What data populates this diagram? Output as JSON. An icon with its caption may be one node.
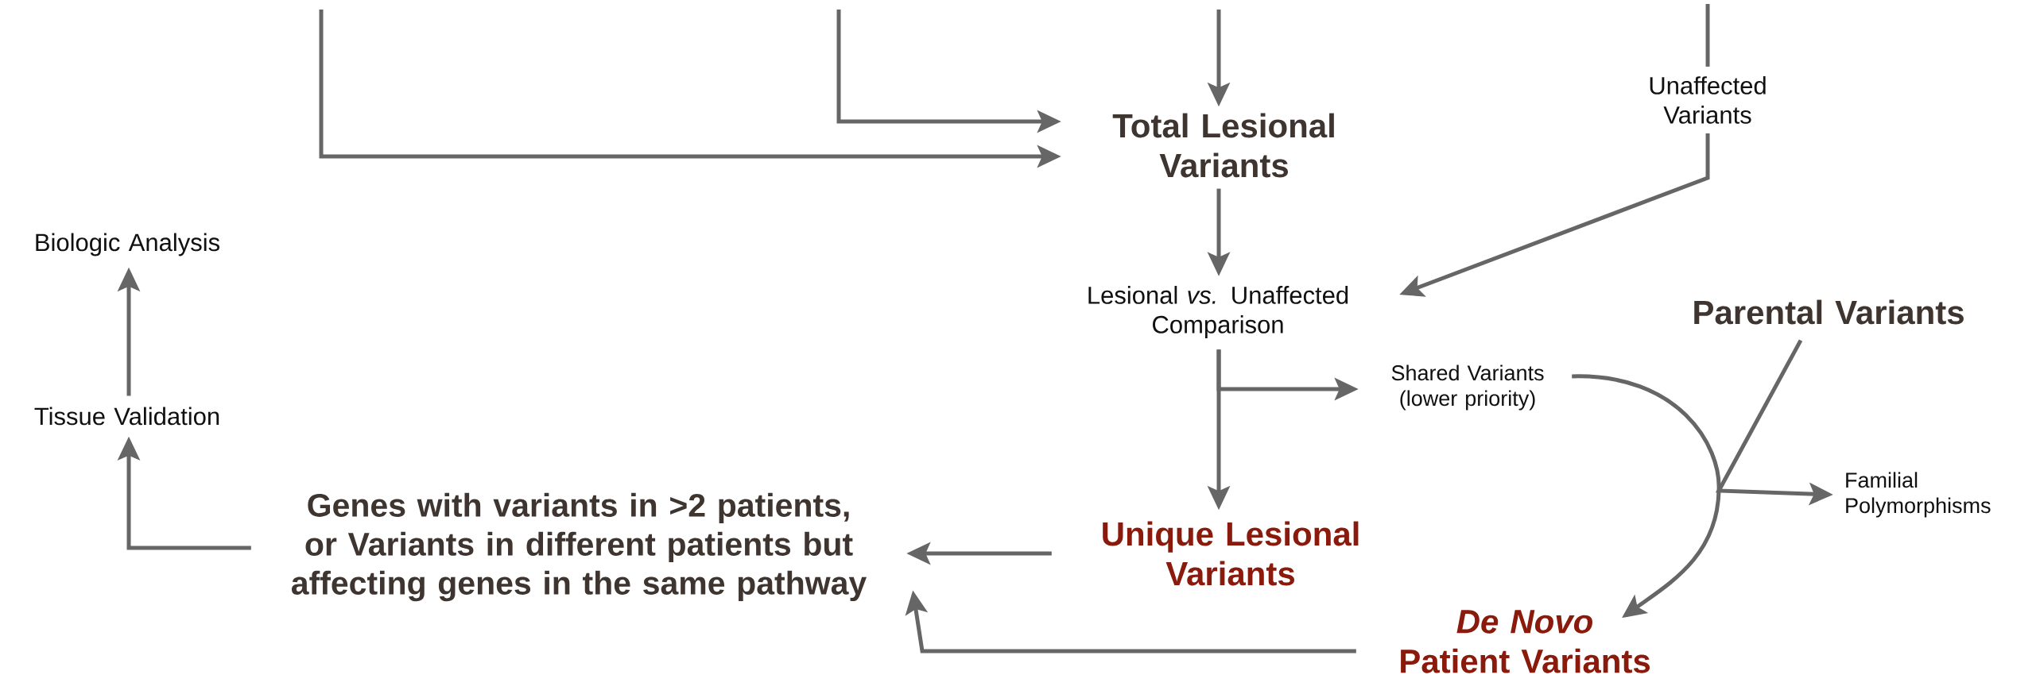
{
  "diagram": {
    "nodes": [
      {
        "text": [
          "Total Lesional Variants"
        ]
      },
      {
        "text": [
          "Unaffected Variants"
        ]
      },
      {
        "text": [
          "Biologic Analysis"
        ]
      },
      {
        "text": [
          "Lesional *vs.* Unaffected Comparison"
        ]
      },
      {
        "text": [
          "Parental Variants"
        ]
      },
      {
        "text": [
          "Shared Variants (lower priority)"
        ]
      },
      {
        "text": [
          "Tissue Validation"
        ]
      },
      {
        "text": [
          "Genes with variants in >2 patients, or Variants in different patients but affecting genes in the same pathway"
        ]
      },
      {
        "text": [
          "Unique Lesional Variants"
        ]
      },
      {
        "text": [
          "Familial Polymorphisms"
        ]
      },
      {
        "text": [
          "*De Novo* Patient Variants"
        ]
      }
    ],
    "edges": [
      {
        "from": null,
        "to": 0,
        "arrow": "to"
      },
      {
        "from": null,
        "to": 0,
        "arrow": "to"
      },
      {
        "from": null,
        "to": 0,
        "arrow": "to"
      },
      {
        "from": null,
        "to": 1,
        "arrow": "none"
      },
      {
        "from": 1,
        "to": 3,
        "arrow": "to"
      },
      {
        "from": 0,
        "to": 3,
        "arrow": "to"
      },
      {
        "from": 3,
        "to": 8,
        "arrow": "to"
      },
      {
        "from": 3,
        "to": 5,
        "arrow": "to"
      },
      {
        "from": 8,
        "to": 7,
        "arrow": "to"
      },
      {
        "from": 10,
        "to": 7,
        "arrow": "to"
      },
      {
        "from": 7,
        "to": 6,
        "arrow": "to"
      },
      {
        "from": 6,
        "to": 2,
        "arrow": "to"
      },
      {
        "from": 5,
        "to": 10,
        "arrow": "to"
      },
      {
        "from": 4,
        "to": 9,
        "arrow": "to"
      }
    ]
  }
}
